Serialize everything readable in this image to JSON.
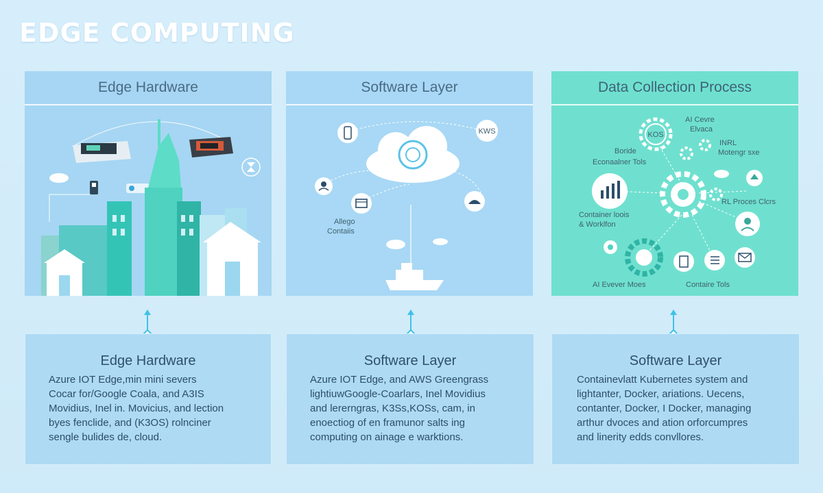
{
  "title": "EDGE COMPUTING",
  "panels": [
    {
      "heading": "Edge Hardware",
      "labels": []
    },
    {
      "heading": "Software Layer",
      "labels": [
        "KWS",
        "Allego",
        "Contaiis"
      ]
    },
    {
      "heading": "Data Collection Process",
      "labels": [
        "AI Cevre",
        "Elvaca",
        "KOS",
        "Boride",
        "Econaalner Tols",
        "INRL",
        "Motengr sxe",
        "Container loois",
        "& Worklfon",
        "RL Proces Clcrs",
        "AI Evever Moes",
        "Contaire Tols"
      ]
    }
  ],
  "cards": [
    {
      "title": "Edge Hardware",
      "lines": [
        "Azure IOT Edge,min mini severs",
        "Cocar for/Google Coala, and A3IS",
        "Movidius, Inel in. Movicius, and lection",
        "byes fenclide, and (K3OS) rolnciner",
        "sengle bulides de, cloud."
      ]
    },
    {
      "title": "Software Layer",
      "lines": [
        "Azure  IOT  Edge,   and AWS Greengrass",
        "lightiuwGoogle-Coarlars, Inel Movidius",
        "and lererngras, K3Ss,KOSs, cam, in",
        "enoectiog of en framunor salts ing",
        "computing on ainage e warktions."
      ]
    },
    {
      "title": "Software Layer",
      "lines": [
        "Containevlatt Kubernetes system and",
        "lightanter, Docker, ariations. Uecens,",
        "contanter, Docker, I Docker, managing",
        "arthur dvoces and ation orforcumpres",
        "and linerity edds convllores."
      ]
    }
  ],
  "colors": {
    "panel1": "#a6d6f3",
    "panel2": "#a8d8f5",
    "panel3": "#6fe0cf",
    "accent": "#3fc2e6",
    "teal": "#4fd3c0"
  }
}
